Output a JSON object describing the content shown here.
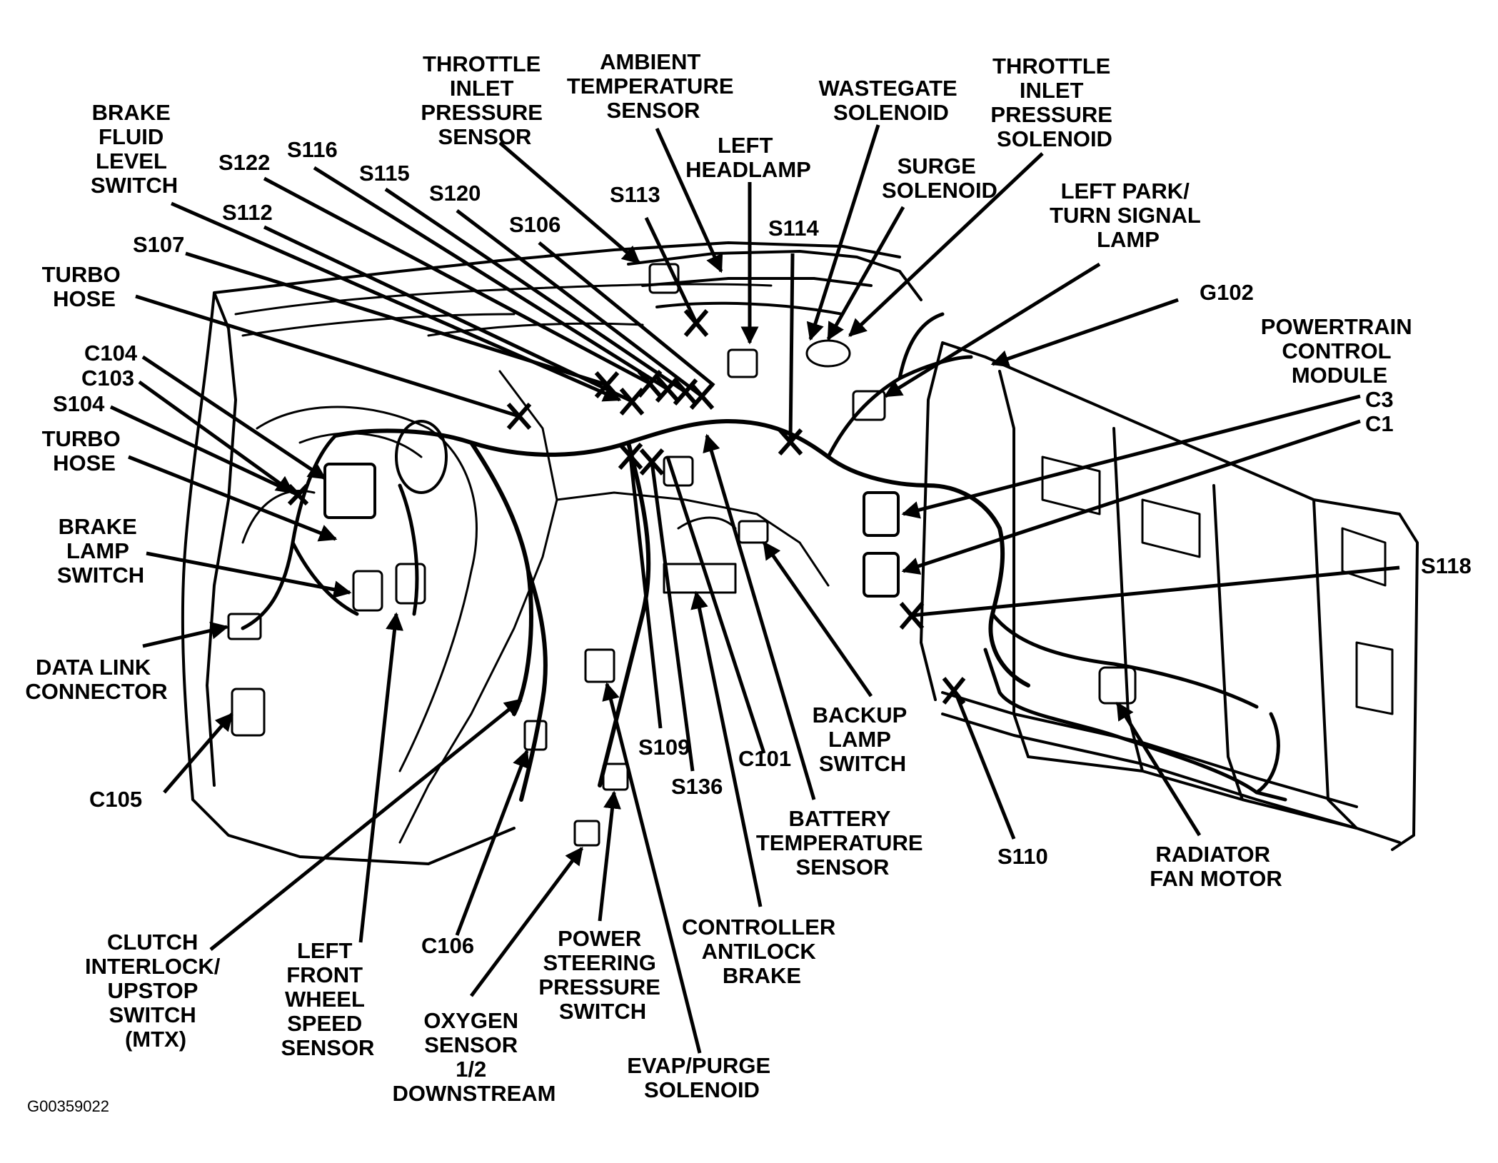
{
  "figure_id": "G00359022",
  "labels": {
    "throttle_inlet_pressure_sensor": [
      "THROTTLE",
      "INLET",
      "PRESSURE",
      "SENSOR"
    ],
    "ambient_temperature_sensor": [
      "AMBIENT",
      "TEMPERATURE",
      "SENSOR"
    ],
    "wastegate_solenoid": [
      "WASTEGATE",
      "SOLENOID"
    ],
    "throttle_inlet_pressure_solenoid": [
      "THROTTLE",
      "INLET",
      "PRESSURE",
      "SOLENOID"
    ],
    "brake_fluid_level_switch": [
      "BRAKE",
      "FLUID",
      "LEVEL",
      "SWITCH"
    ],
    "left_headlamp": [
      "LEFT",
      "HEADLAMP"
    ],
    "surge_solenoid": [
      "SURGE",
      "SOLENOID"
    ],
    "left_park_turn_signal_lamp": [
      "LEFT PARK/",
      "TURN SIGNAL",
      "LAMP"
    ],
    "s116": "S116",
    "s122": "S122",
    "s115": "S115",
    "s120": "S120",
    "s113": "S113",
    "s112": "S112",
    "s106": "S106",
    "s114": "S114",
    "s107": "S107",
    "g102": "G102",
    "turbo_hose_upper": [
      "TURBO",
      "HOSE"
    ],
    "powertrain_control_module": [
      "POWERTRAIN",
      "CONTROL",
      "MODULE"
    ],
    "c3": "C3",
    "c1": "C1",
    "c104": "C104",
    "c103": "C103",
    "s104": "S104",
    "turbo_hose_lower": [
      "TURBO",
      "HOSE"
    ],
    "brake_lamp_switch": [
      "BRAKE",
      "LAMP",
      "SWITCH"
    ],
    "s118": "S118",
    "data_link_connector": [
      "DATA LINK",
      "CONNECTOR"
    ],
    "backup_lamp_switch": [
      "BACKUP",
      "LAMP",
      "SWITCH"
    ],
    "s109": "S109",
    "c101": "C101",
    "s136": "S136",
    "c105": "C105",
    "battery_temperature_sensor": [
      "BATTERY",
      "TEMPERATURE",
      "SENSOR"
    ],
    "s110": "S110",
    "radiator_fan_motor": [
      "RADIATOR",
      "FAN MOTOR"
    ],
    "controller_antilock_brake": [
      "CONTROLLER",
      "ANTILOCK",
      "BRAKE"
    ],
    "clutch_interlock_upstop_switch": [
      "CLUTCH",
      "INTERLOCK/",
      "UPSTOP",
      "SWITCH",
      "(MTX)"
    ],
    "left_front_wheel_speed_sensor": [
      "LEFT",
      "FRONT",
      "WHEEL",
      "SPEED",
      "SENSOR"
    ],
    "c106": "C106",
    "power_steering_pressure_switch": [
      "POWER",
      "STEERING",
      "PRESSURE",
      "SWITCH"
    ],
    "oxygen_sensor_downstream": [
      "OXYGEN",
      "SENSOR",
      "1/2",
      "DOWNSTREAM"
    ],
    "evap_purge_solenoid": [
      "EVAP/PURGE",
      "SOLENOID"
    ]
  }
}
